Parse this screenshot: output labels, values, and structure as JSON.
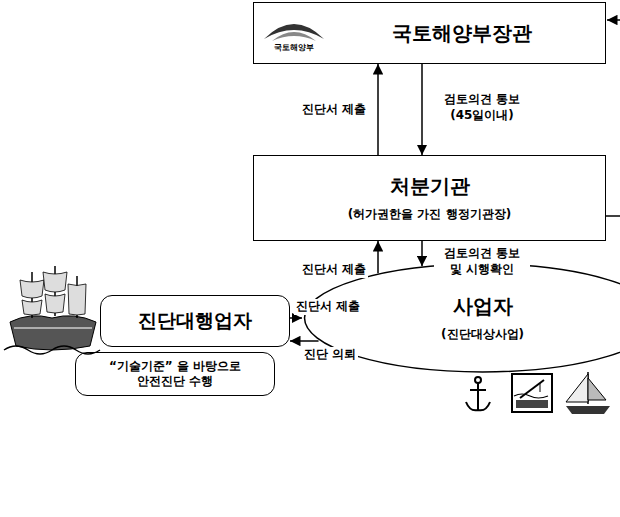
{
  "diagram": {
    "nodes": [
      {
        "text": [
          "국토해양부",
          "국토해양부장관"
        ]
      },
      {
        "text": [
          "처분기관",
          "(허가권한을 가진 행정기관장)"
        ]
      },
      {
        "text": [
          "진단대행업자"
        ]
      },
      {
        "text": [
          "“기술기준” 을 바탕으로 안전진단 수행"
        ]
      },
      {
        "text": [
          "사업자",
          "(진단대상사업)"
        ]
      }
    ],
    "edges": [
      {
        "from": 1,
        "to": 0,
        "arrow": "to",
        "label": "진단서 제출"
      },
      {
        "from": 0,
        "to": 1,
        "arrow": "to",
        "label": "검토의견 통보 (45일이내)"
      },
      {
        "from": 4,
        "to": 1,
        "arrow": "to",
        "label": "진단서 제출"
      },
      {
        "from": 1,
        "to": 4,
        "arrow": "to",
        "label": "검토의견 통보 및 시행확인"
      },
      {
        "from": 2,
        "to": 4,
        "arrow": "to",
        "label": "진단서 제출"
      },
      {
        "from": 4,
        "to": 2,
        "arrow": "to",
        "label": "진단 의뢰"
      }
    ]
  }
}
